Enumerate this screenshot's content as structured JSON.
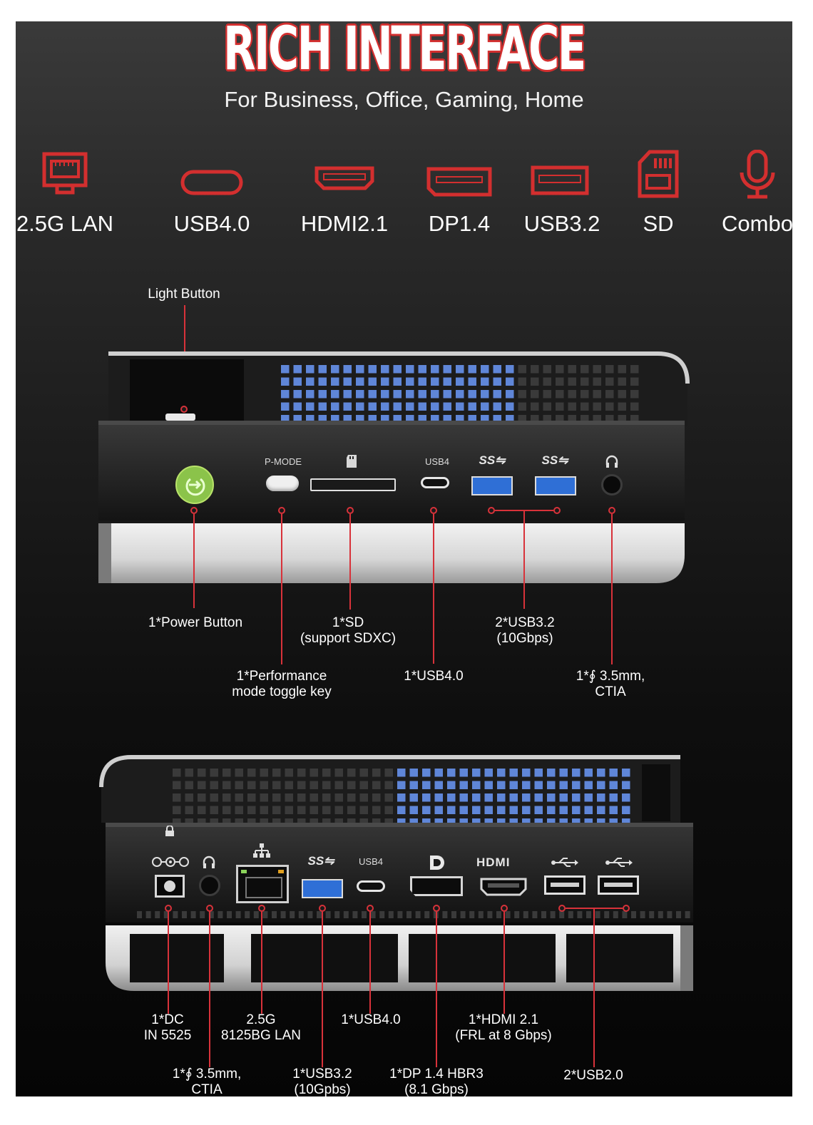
{
  "hero": {
    "title": "RICH INTERFACE",
    "subtitle": "For Business, Office, Gaming, Home"
  },
  "features": [
    {
      "label": "2.5G LAN",
      "icon": "ethernet-port-icon"
    },
    {
      "label": "USB4.0",
      "icon": "usb-c-port-icon"
    },
    {
      "label": "HDMI2.1",
      "icon": "hdmi-port-icon"
    },
    {
      "label": "DP1.4",
      "icon": "displayport-icon"
    },
    {
      "label": "USB3.2",
      "icon": "usb-a-port-icon"
    },
    {
      "label": "SD",
      "icon": "sd-card-icon"
    },
    {
      "label": "Combo",
      "icon": "microphone-icon"
    }
  ],
  "accent_color": "#d8323a",
  "front": {
    "port_labels": {
      "pmode": "P-MODE",
      "usb4": "USB4",
      "ss1": "SS",
      "ss2": "SS"
    },
    "callouts": {
      "light_button": "Light Button",
      "power_button": "1*Power Button",
      "sd": [
        "1*SD",
        "(support SDXC)"
      ],
      "usb32": [
        "2*USB3.2",
        "(10Gbps)"
      ],
      "perf_mode": [
        "1*Performance",
        "mode toggle key"
      ],
      "usb40": "1*USB4.0",
      "audio": [
        "1*∮ 3.5mm,",
        "CTIA"
      ]
    }
  },
  "rear": {
    "port_labels": {
      "usb4": "USB4",
      "hdmi": "HDMI",
      "ss": "SS"
    },
    "callouts": {
      "dc": [
        "1*DC",
        "IN 5525"
      ],
      "lan": [
        "2.5G",
        "8125BG LAN"
      ],
      "usb40": "1*USB4.0",
      "hdmi": [
        "1*HDMI 2.1",
        "(FRL at 8 Gbps)"
      ],
      "audio": [
        "1*∮ 3.5mm,",
        "CTIA"
      ],
      "usb32": [
        "1*USB3.2",
        "(10Gpbs)"
      ],
      "dp": [
        "1*DP 1.4 HBR3",
        "(8.1 Gbps)"
      ],
      "usb20": "2*USB2.0"
    }
  }
}
